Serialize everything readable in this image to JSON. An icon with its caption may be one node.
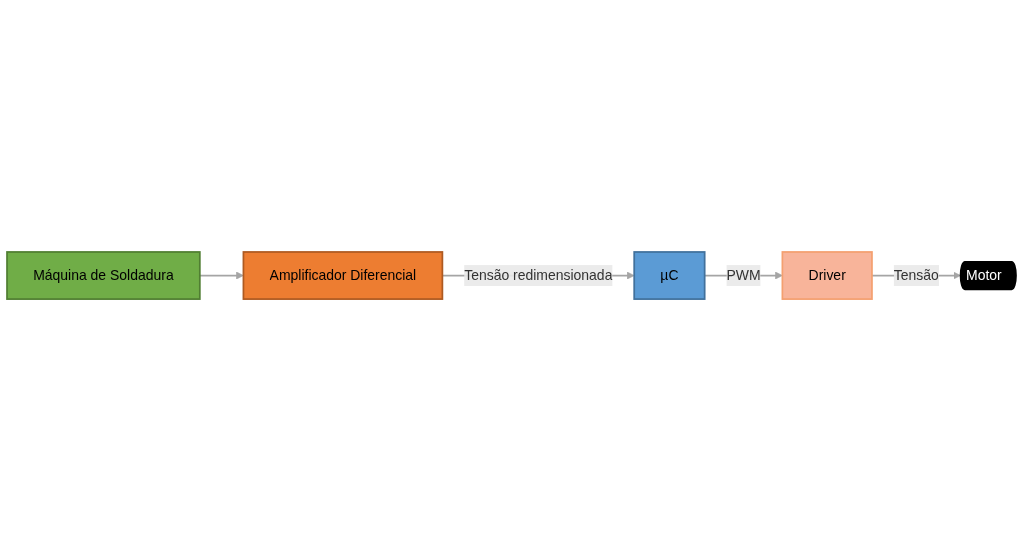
{
  "diagram": {
    "nodes": [
      {
        "text": [
          "µC"
        ]
      },
      {
        "text": [
          "Driver"
        ]
      },
      {
        "text": [
          "Motor"
        ]
      },
      {
        "text": [
          "Máquina de Soldadura"
        ]
      },
      {
        "text": [
          "Amplificador Diferencial"
        ]
      }
    ],
    "edges": [
      {
        "from": 0,
        "to": 1,
        "arrow": "to",
        "label": "PWM"
      },
      {
        "from": 1,
        "to": 2,
        "arrow": "to",
        "label": "Tensão"
      },
      {
        "from": 3,
        "to": 4,
        "arrow": "to"
      },
      {
        "from": 4,
        "to": 0,
        "arrow": "to",
        "label": "Tensão redimensionada"
      }
    ]
  }
}
